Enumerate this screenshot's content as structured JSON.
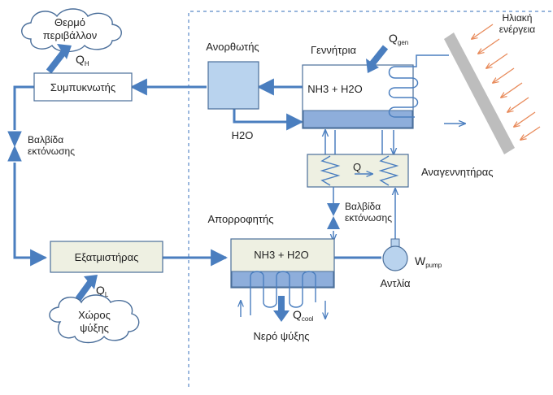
{
  "labels": {
    "warm_env_line1": "Θερμό",
    "warm_env_line2": "περιβάλλον",
    "cold_space_line1": "Χώρος",
    "cold_space_line2": "ψύξης",
    "condenser": "Συμπυκνωτής",
    "evaporator": "Εξατμιστήρας",
    "expansion_valve_left_line1": "Βαλβίδα",
    "expansion_valve_left_line2": "εκτόνωσης",
    "expansion_valve_right_line1": "Βαλβίδα",
    "expansion_valve_right_line2": "εκτόνωσης",
    "rectifier": "Ανορθωτής",
    "generator": "Γεννήτρια",
    "generator_mix": "NH3 + H2O",
    "absorber": "Απορροφητής",
    "absorber_mix": "NH3 + H2O",
    "water": "H2O",
    "regenerator": "Αναγεννητήρας",
    "regen_q": "Q",
    "pump": "Αντλία",
    "cooling_water": "Νερό ψύξης",
    "solar_line1": "Ηλιακή",
    "solar_line2": "ενέργεια",
    "qh_main": "Q",
    "qh_sub": "H",
    "ql_main": "Q",
    "ql_sub": "L",
    "qgen_main": "Q",
    "qgen_sub": "gen",
    "qcool_main": "Q",
    "qcool_sub": "cool",
    "wpump_main": "W",
    "wpump_sub": "pump"
  },
  "colors": {
    "pipe": "#4a7ebf",
    "box_fill_light": "#eef0e2",
    "rectifier_fill": "#b9d3ee",
    "liquid_fill": "#8eaedb",
    "dashed": "#5b8ac7",
    "sun_ray": "#e88a5a",
    "panel": "#bdbdbd",
    "big_arrow": "#4a7ebf"
  }
}
